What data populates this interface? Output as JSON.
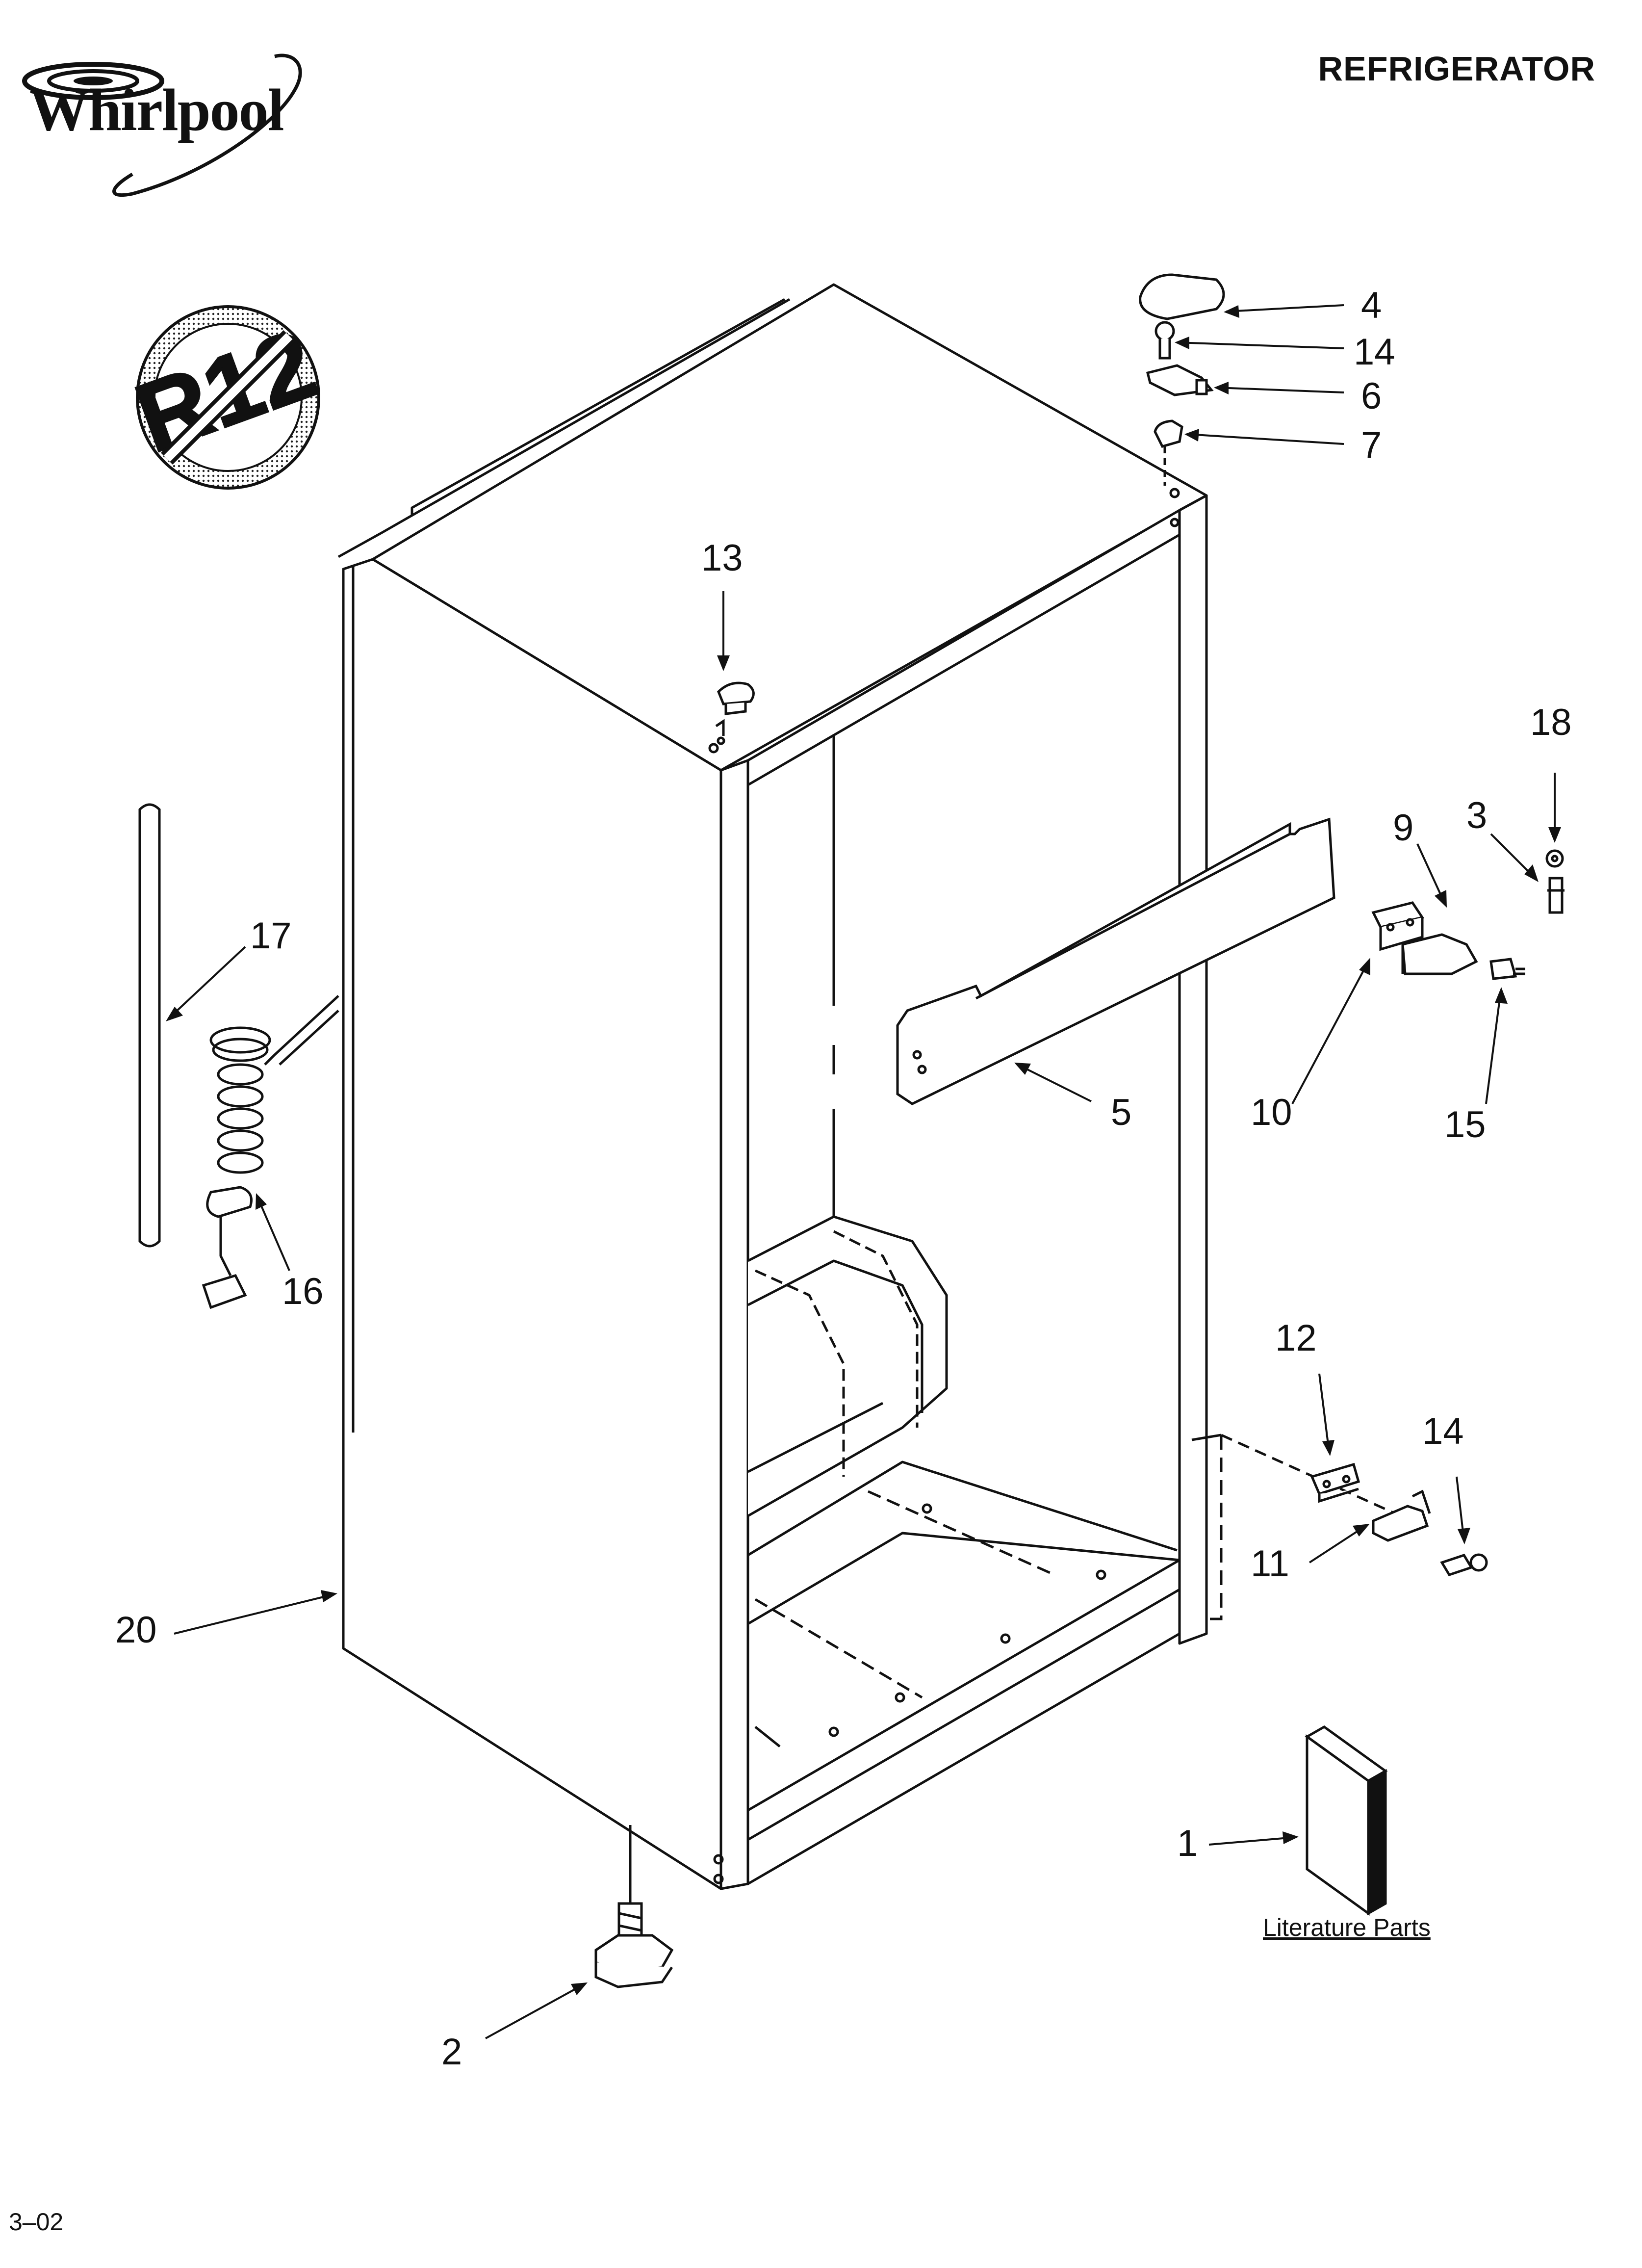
{
  "header": {
    "title": "REFRIGERATOR"
  },
  "brand": {
    "logo_text": "Whirlpool"
  },
  "badge": {
    "text": "R12",
    "icon": "no-r12-prohibition-icon"
  },
  "footer": {
    "code": "3–02"
  },
  "literature": {
    "caption": "Literature Parts"
  },
  "callouts": [
    {
      "key": "c4",
      "label": "4"
    },
    {
      "key": "c14a",
      "label": "14"
    },
    {
      "key": "c6",
      "label": "6"
    },
    {
      "key": "c7",
      "label": "7"
    },
    {
      "key": "c13",
      "label": "13"
    },
    {
      "key": "c18",
      "label": "18"
    },
    {
      "key": "c9",
      "label": "9"
    },
    {
      "key": "c3",
      "label": "3"
    },
    {
      "key": "c17",
      "label": "17"
    },
    {
      "key": "c5",
      "label": "5"
    },
    {
      "key": "c10",
      "label": "10"
    },
    {
      "key": "c15",
      "label": "15"
    },
    {
      "key": "c16",
      "label": "16"
    },
    {
      "key": "c12",
      "label": "12"
    },
    {
      "key": "c14b",
      "label": "14"
    },
    {
      "key": "c11",
      "label": "11"
    },
    {
      "key": "c20",
      "label": "20"
    },
    {
      "key": "c1",
      "label": "1"
    },
    {
      "key": "c2",
      "label": "2"
    }
  ]
}
